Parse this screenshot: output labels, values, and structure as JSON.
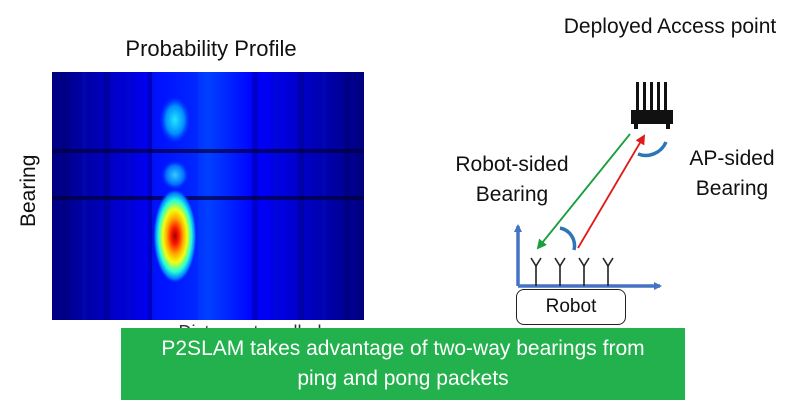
{
  "profile": {
    "title": "Probability Profile",
    "y_axis_label": "Bearing",
    "x_axis_label": "Distance travelled",
    "colormap": [
      "#00007f",
      "#0000ff",
      "#00ffff",
      "#ffff00",
      "#ff0000",
      "#7f0000"
    ]
  },
  "diagram": {
    "ap_title": "Deployed Access point",
    "robot_sided_label": "Robot-sided Bearing",
    "ap_sided_label": "AP-sided Bearing",
    "robot_label": "Robot",
    "colors": {
      "axes": "#4472c4",
      "ping_arrow": "#1a9e3f",
      "pong_arrow": "#e11919",
      "bearing_arc": "#2e75b6",
      "ap_body": "#111111"
    }
  },
  "banner": {
    "text": "P2SLAM takes advantage of two-way bearings from ping and pong packets",
    "color": "#22b14c"
  }
}
